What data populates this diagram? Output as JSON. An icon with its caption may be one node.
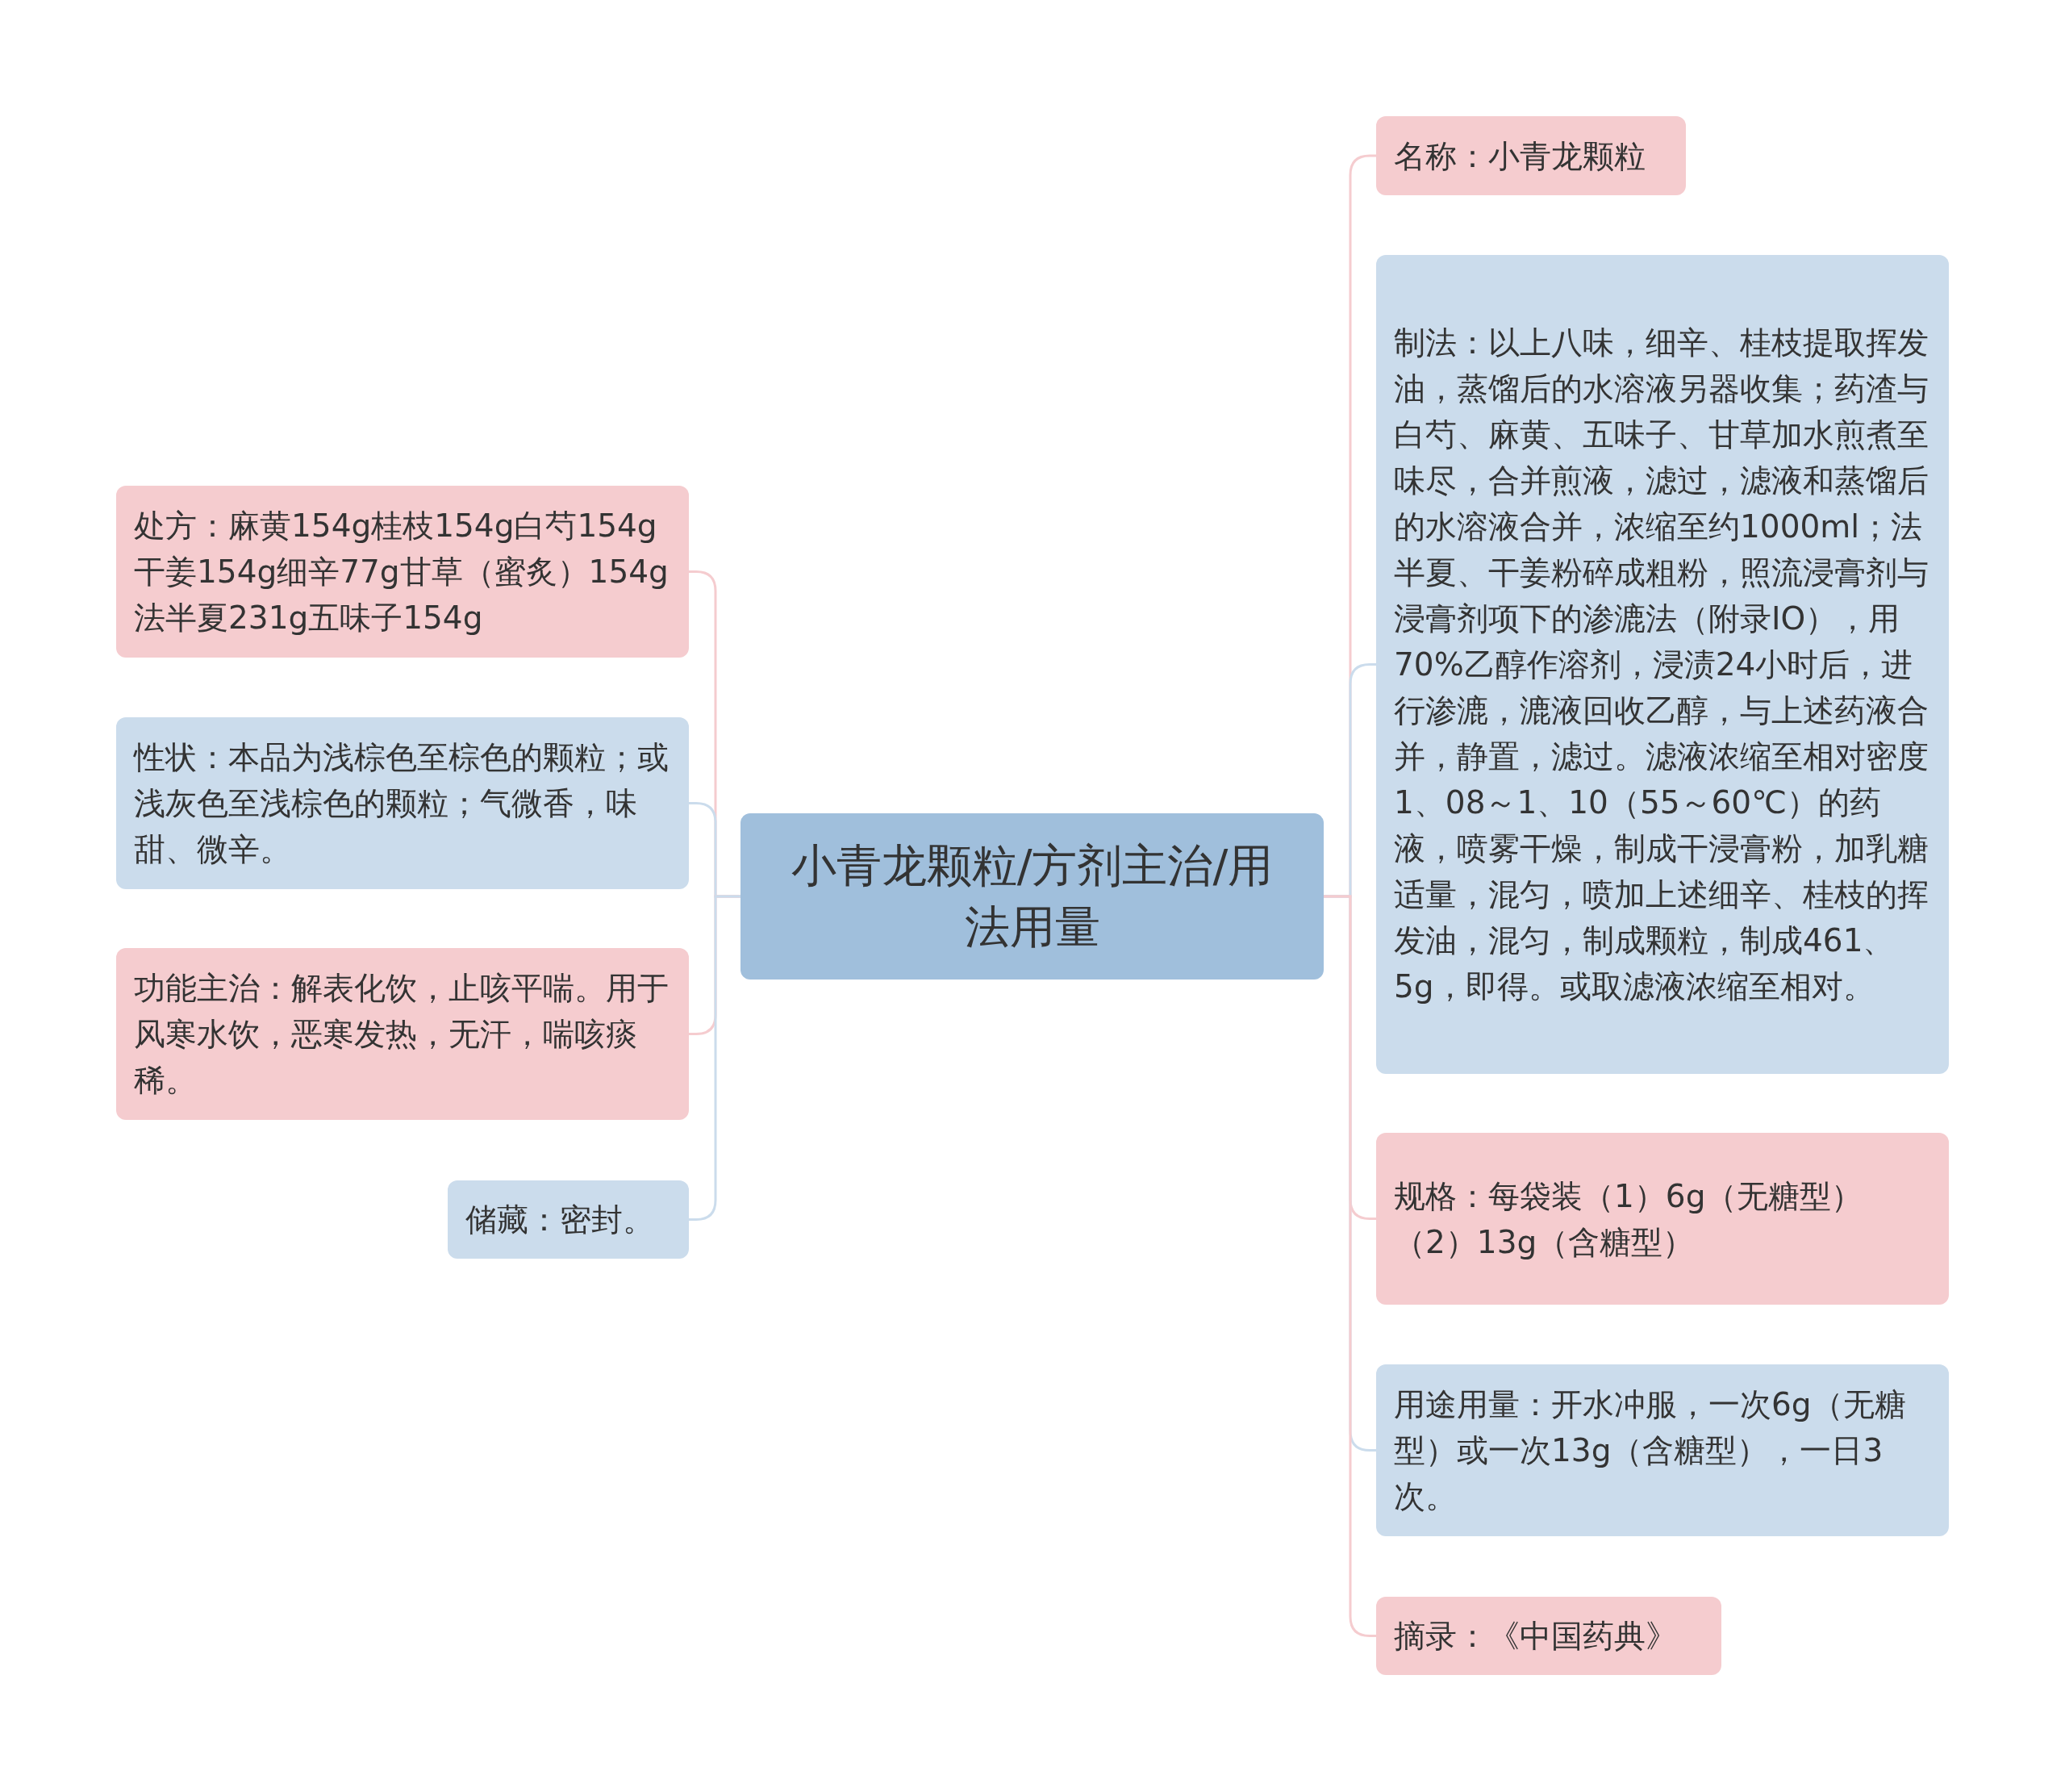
{
  "diagram": {
    "nodes": [
      {
        "text": [
          "小青龙颗粒/方剂主治/用法用量"
        ]
      },
      {
        "text": [
          "名称：小青龙颗粒"
        ]
      },
      {
        "text": [
          "制法：以上八味，细辛、桂枝提取挥发油，蒸馏后的水溶液另器收集；药渣与白芍、麻黄、五味子、甘草加水煎煮至味尽，合并煎液，滤过，滤液和蒸馏后的水溶液合并，浓缩至约1000ml；法半夏、干姜粉碎成粗粉，照流浸膏剂与浸膏剂项下的渗漉法（附录ⅠO），用70%乙醇作溶剂，浸渍24小时后，进行渗漉，漉液回收乙醇，与上述药液合并，静置，滤过。滤液浓缩至相对密度1、08～1、10（55～60℃）的药液，喷雾干燥，制成干浸膏粉，加乳糖适量，混匀，喷加上述细辛、桂枝的挥发油，混匀，制成颗粒，制成461、5g，即得。或取滤液浓缩至相对。"
        ]
      },
      {
        "text": [
          "规格：每袋装（1）6g（无糖型）（2）13g（含糖型）"
        ]
      },
      {
        "text": [
          "用途用量：开水冲服，一次6g（无糖型）或一次13g（含糖型），一日3次。"
        ]
      },
      {
        "text": [
          "摘录：《中国药典》"
        ]
      },
      {
        "text": [
          "处方：麻黄154g桂枝154g白芍154g干姜154g细辛77g甘草（蜜炙）154g法半夏231g五味子154g"
        ]
      },
      {
        "text": [
          "性状：本品为浅棕色至棕色的颗粒；或浅灰色至浅棕色的颗粒；气微香，味甜、微辛。"
        ]
      },
      {
        "text": [
          "功能主治：解表化饮，止咳平喘。用于风寒水饮，恶寒发热，无汗，喘咳痰稀。"
        ]
      },
      {
        "text": [
          "储藏：密封。"
        ]
      }
    ],
    "edges": [
      {
        "from": 0,
        "to": 1,
        "arrow": "none",
        "color": "#f5cccf"
      },
      {
        "from": 0,
        "to": 2,
        "arrow": "none",
        "color": "#cbdcec"
      },
      {
        "from": 0,
        "to": 3,
        "arrow": "none",
        "color": "#f5cccf"
      },
      {
        "from": 0,
        "to": 4,
        "arrow": "none",
        "color": "#cbdcec"
      },
      {
        "from": 0,
        "to": 5,
        "arrow": "none",
        "color": "#f5cccf"
      },
      {
        "from": 0,
        "to": 6,
        "arrow": "none",
        "color": "#f5cccf"
      },
      {
        "from": 0,
        "to": 7,
        "arrow": "none",
        "color": "#cbdcec"
      },
      {
        "from": 0,
        "to": 8,
        "arrow": "none",
        "color": "#f5cccf"
      },
      {
        "from": 0,
        "to": 9,
        "arrow": "none",
        "color": "#cbdcec"
      }
    ]
  }
}
